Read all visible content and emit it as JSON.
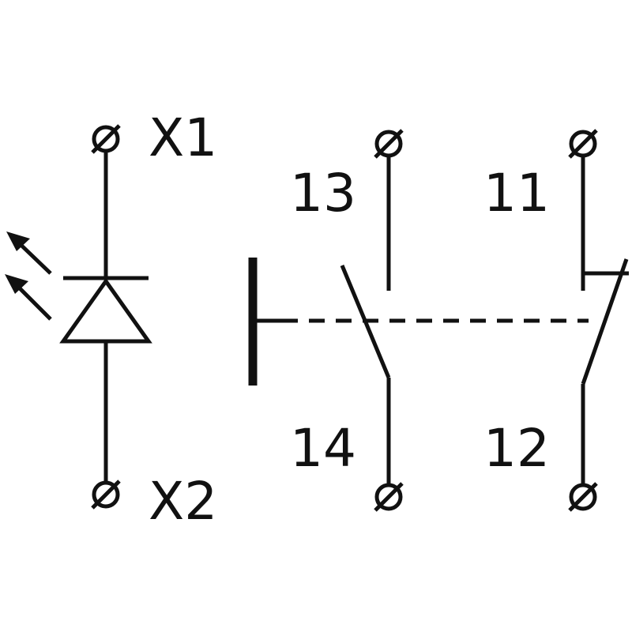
{
  "labels": {
    "x1": "X1",
    "x2": "X2",
    "t13": "13",
    "t14": "14",
    "t11": "11",
    "t12": "12"
  },
  "colors": {
    "line": "#111111",
    "background": "#ffffff"
  },
  "icons": [
    "terminal-icon",
    "led-diode-icon",
    "light-arrow-icon",
    "pushbutton-actuator-icon"
  ]
}
